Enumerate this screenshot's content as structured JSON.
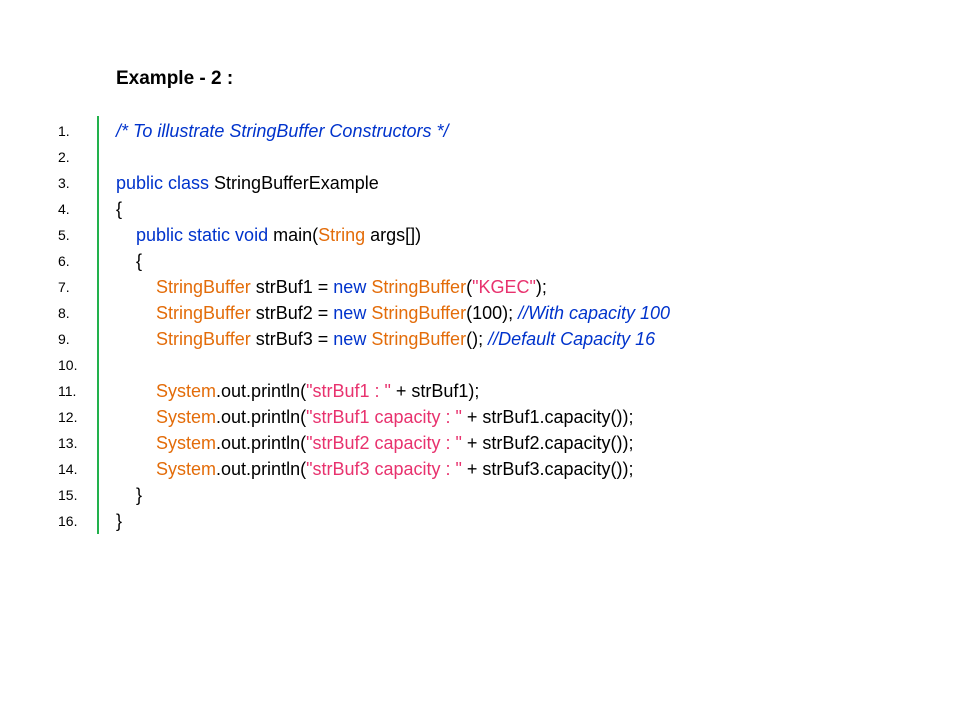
{
  "title": "Example - 2 :",
  "colors": {
    "gutter_bar": "#22b14c",
    "keyword": "#0033cc",
    "type": "#e36c09",
    "string": "#e8326e",
    "plain": "#000000"
  },
  "line_numbers": [
    "1.",
    "2.",
    "3.",
    "4.",
    "5.",
    "6.",
    "7.",
    "8.",
    "9.",
    "10.",
    "11.",
    "12.",
    "13.",
    "14.",
    "15.",
    "16."
  ],
  "code_lines": [
    {
      "tokens": [
        {
          "t": "/* To illustrate StringBuffer Constructors */",
          "c": "comment"
        }
      ]
    },
    {
      "tokens": []
    },
    {
      "tokens": [
        {
          "t": "public class",
          "c": "blue"
        },
        {
          "t": " StringBufferExample",
          "c": "black"
        }
      ]
    },
    {
      "tokens": [
        {
          "t": "{",
          "c": "black"
        }
      ]
    },
    {
      "tokens": [
        {
          "t": "    ",
          "c": "black"
        },
        {
          "t": "public static void",
          "c": "blue"
        },
        {
          "t": " main(",
          "c": "black"
        },
        {
          "t": "String",
          "c": "orange"
        },
        {
          "t": " args[])",
          "c": "black"
        }
      ]
    },
    {
      "tokens": [
        {
          "t": "    {",
          "c": "black"
        }
      ]
    },
    {
      "tokens": [
        {
          "t": "        ",
          "c": "black"
        },
        {
          "t": "StringBuffer",
          "c": "orange"
        },
        {
          "t": " strBuf1 = ",
          "c": "black"
        },
        {
          "t": "new",
          "c": "blue"
        },
        {
          "t": " ",
          "c": "black"
        },
        {
          "t": "StringBuffer",
          "c": "orange"
        },
        {
          "t": "(",
          "c": "black"
        },
        {
          "t": "\"KGEC\"",
          "c": "pink"
        },
        {
          "t": ");",
          "c": "black"
        }
      ]
    },
    {
      "tokens": [
        {
          "t": "        ",
          "c": "black"
        },
        {
          "t": "StringBuffer",
          "c": "orange"
        },
        {
          "t": " strBuf2 = ",
          "c": "black"
        },
        {
          "t": "new",
          "c": "blue"
        },
        {
          "t": " ",
          "c": "black"
        },
        {
          "t": "StringBuffer",
          "c": "orange"
        },
        {
          "t": "(100); ",
          "c": "black"
        },
        {
          "t": "//With capacity 100",
          "c": "comment"
        }
      ]
    },
    {
      "tokens": [
        {
          "t": "        ",
          "c": "black"
        },
        {
          "t": "StringBuffer",
          "c": "orange"
        },
        {
          "t": " strBuf3 = ",
          "c": "black"
        },
        {
          "t": "new",
          "c": "blue"
        },
        {
          "t": " ",
          "c": "black"
        },
        {
          "t": "StringBuffer",
          "c": "orange"
        },
        {
          "t": "(); ",
          "c": "black"
        },
        {
          "t": "//Default Capacity 16",
          "c": "comment"
        }
      ]
    },
    {
      "tokens": []
    },
    {
      "tokens": [
        {
          "t": "        ",
          "c": "black"
        },
        {
          "t": "System",
          "c": "orange"
        },
        {
          "t": ".out.println(",
          "c": "black"
        },
        {
          "t": "\"strBuf1 : \"",
          "c": "pink"
        },
        {
          "t": " + strBuf1);",
          "c": "black"
        }
      ]
    },
    {
      "tokens": [
        {
          "t": "        ",
          "c": "black"
        },
        {
          "t": "System",
          "c": "orange"
        },
        {
          "t": ".out.println(",
          "c": "black"
        },
        {
          "t": "\"strBuf1 capacity : \"",
          "c": "pink"
        },
        {
          "t": " + strBuf1.capacity());",
          "c": "black"
        }
      ]
    },
    {
      "tokens": [
        {
          "t": "        ",
          "c": "black"
        },
        {
          "t": "System",
          "c": "orange"
        },
        {
          "t": ".out.println(",
          "c": "black"
        },
        {
          "t": "\"strBuf2 capacity : \"",
          "c": "pink"
        },
        {
          "t": " + strBuf2.capacity());",
          "c": "black"
        }
      ]
    },
    {
      "tokens": [
        {
          "t": "        ",
          "c": "black"
        },
        {
          "t": "System",
          "c": "orange"
        },
        {
          "t": ".out.println(",
          "c": "black"
        },
        {
          "t": "\"strBuf3 capacity : \"",
          "c": "pink"
        },
        {
          "t": " + strBuf3.capacity());",
          "c": "black"
        }
      ]
    },
    {
      "tokens": [
        {
          "t": "    }",
          "c": "black"
        }
      ]
    },
    {
      "tokens": [
        {
          "t": "}",
          "c": "black"
        }
      ]
    }
  ]
}
